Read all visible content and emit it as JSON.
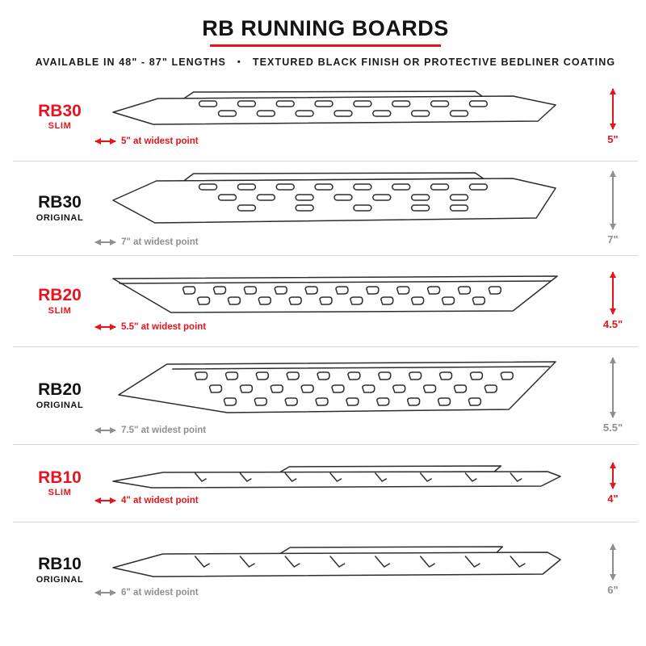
{
  "header": {
    "title": "RB RUNNING BOARDS",
    "subtitle_left": "AVAILABLE IN 48\" - 87\" LENGTHS",
    "bullet": "•",
    "subtitle_right": "TEXTURED BLACK FINISH OR PROTECTIVE BEDLINER COATING"
  },
  "colors": {
    "accent": "#e8131d",
    "muted": "#9a9a9a",
    "ink": "#131313"
  },
  "rows": [
    {
      "model": "RB30",
      "variant": "SLIM",
      "width_label": "5\" at widest point",
      "height_label": "5\""
    },
    {
      "model": "RB30",
      "variant": "ORIGINAL",
      "width_label": "7\" at widest point",
      "height_label": "7\""
    },
    {
      "model": "RB20",
      "variant": "SLIM",
      "width_label": "5.5\" at widest point",
      "height_label": "4.5\""
    },
    {
      "model": "RB20",
      "variant": "ORIGINAL",
      "width_label": "7.5\" at widest point",
      "height_label": "5.5\""
    },
    {
      "model": "RB10",
      "variant": "SLIM",
      "width_label": "4\" at widest point",
      "height_label": "4\""
    },
    {
      "model": "RB10",
      "variant": "ORIGINAL",
      "width_label": "6\" at widest point",
      "height_label": "6\""
    }
  ]
}
